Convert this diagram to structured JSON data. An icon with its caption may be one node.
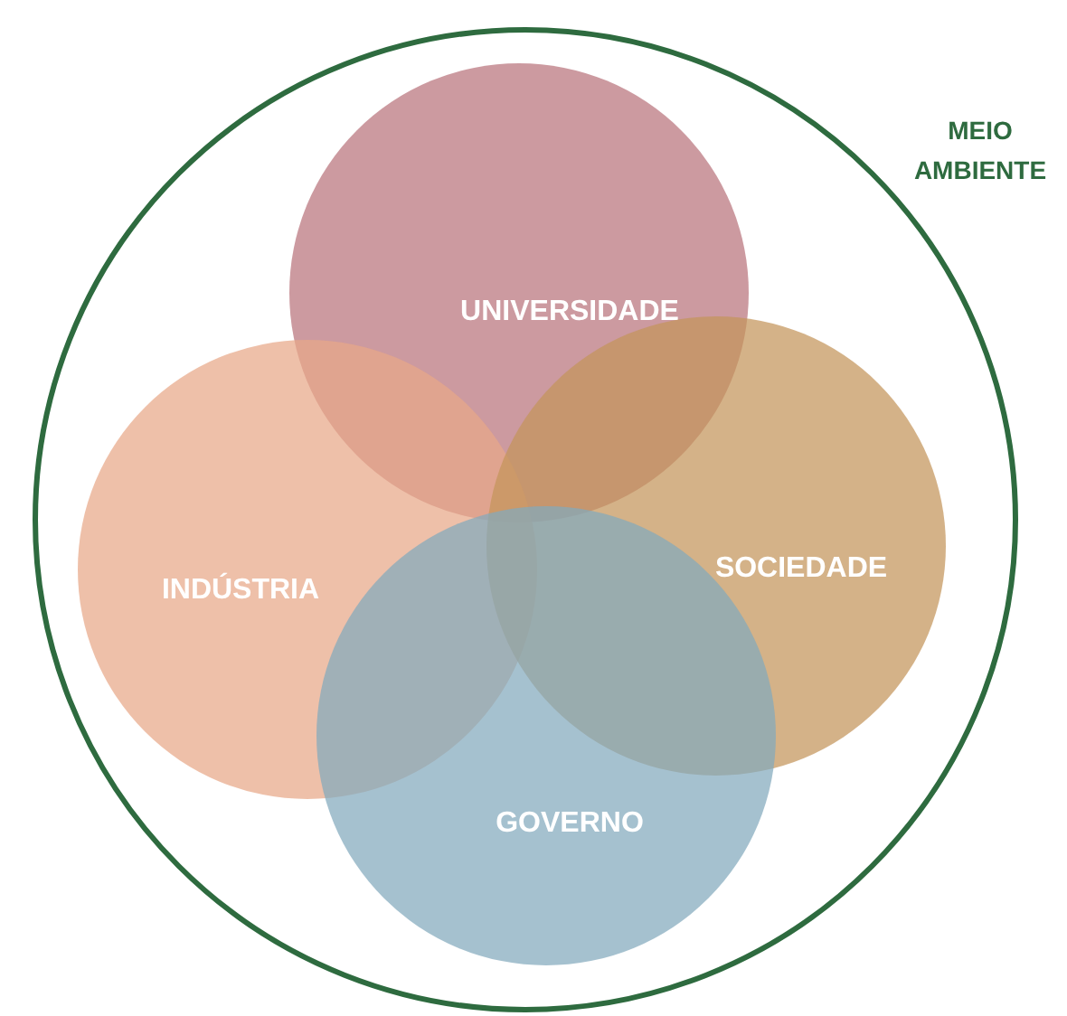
{
  "diagram": {
    "nodes": [
      {
        "text": [
          "MEIO AMBIENTE"
        ]
      },
      {
        "text": [
          "UNIVERSIDADE"
        ],
        "in": 0
      },
      {
        "text": [
          "INDÚSTRIA"
        ],
        "in": 0
      },
      {
        "text": [
          "SOCIEDADE"
        ],
        "in": 0
      },
      {
        "text": [
          "GOVERNO"
        ],
        "in": 0
      }
    ]
  }
}
